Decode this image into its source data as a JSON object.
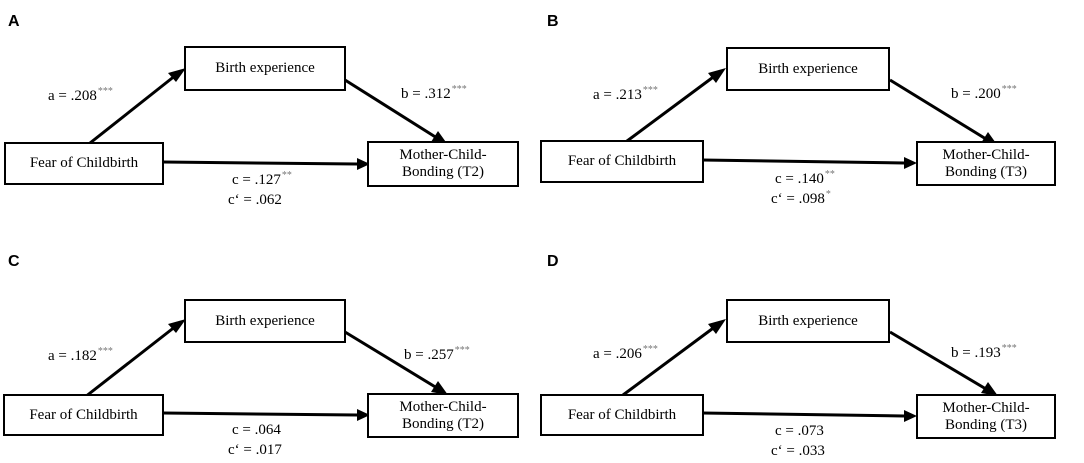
{
  "panels": [
    {
      "label": "A",
      "mediator": "Birth experience",
      "predictor": "Fear of Childbirth",
      "outcome_line1": "Mother-Child-",
      "outcome_line2": "Bonding (T2)",
      "a_text": "a = .208",
      "a_sig": "***",
      "b_text": "b = .312",
      "b_sig": "***",
      "c_text": "c = .127",
      "c_sig": "**",
      "cp_text": "c‘ = .062",
      "cp_sig": ""
    },
    {
      "label": "B",
      "mediator": "Birth experience",
      "predictor": "Fear of Childbirth",
      "outcome_line1": "Mother-Child-",
      "outcome_line2": "Bonding (T3)",
      "a_text": "a = .213",
      "a_sig": "***",
      "b_text": "b = .200",
      "b_sig": "***",
      "c_text": "c = .140",
      "c_sig": "**",
      "cp_text": "c‘ = .098",
      "cp_sig": "*"
    },
    {
      "label": "C",
      "mediator": "Birth experience",
      "predictor": "Fear of Childbirth",
      "outcome_line1": "Mother-Child-",
      "outcome_line2": "Bonding (T2)",
      "a_text": "a = .182",
      "a_sig": "***",
      "b_text": "b = .257",
      "b_sig": "***",
      "c_text": "c = .064",
      "c_sig": "",
      "cp_text": "c‘ = .017",
      "cp_sig": ""
    },
    {
      "label": "D",
      "mediator": "Birth experience",
      "predictor": "Fear of Childbirth",
      "outcome_line1": "Mother-Child-",
      "outcome_line2": "Bonding (T3)",
      "a_text": "a = .206",
      "a_sig": "***",
      "b_text": "b = .193",
      "b_sig": "***",
      "c_text": "c = .073",
      "c_sig": "",
      "cp_text": "c‘ = .033",
      "cp_sig": ""
    }
  ]
}
